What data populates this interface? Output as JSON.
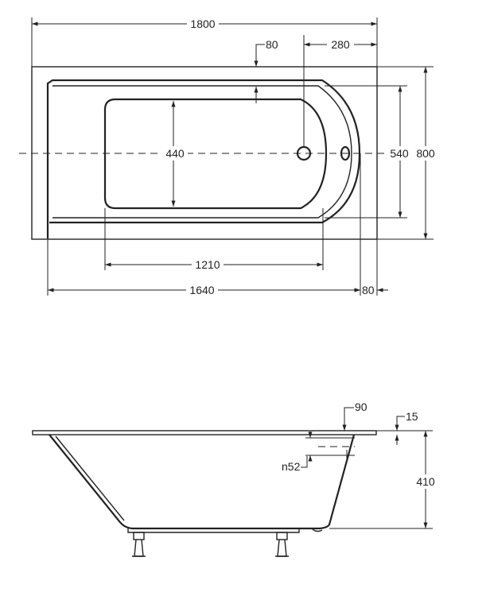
{
  "plan_view": {
    "overall_length": "1800",
    "overall_width": "800",
    "rim_to_drain": "80",
    "drain_to_end": "280",
    "inner_width": "440",
    "basin_width": "540",
    "basin_bottom_length": "1210",
    "inner_length": "1640",
    "end_rim": "80"
  },
  "side_view": {
    "overflow_offset": "90",
    "rim_thickness": "15",
    "overflow_diameter": "n52",
    "height": "410"
  },
  "colors": {
    "line": "#222222",
    "background": "#ffffff"
  }
}
